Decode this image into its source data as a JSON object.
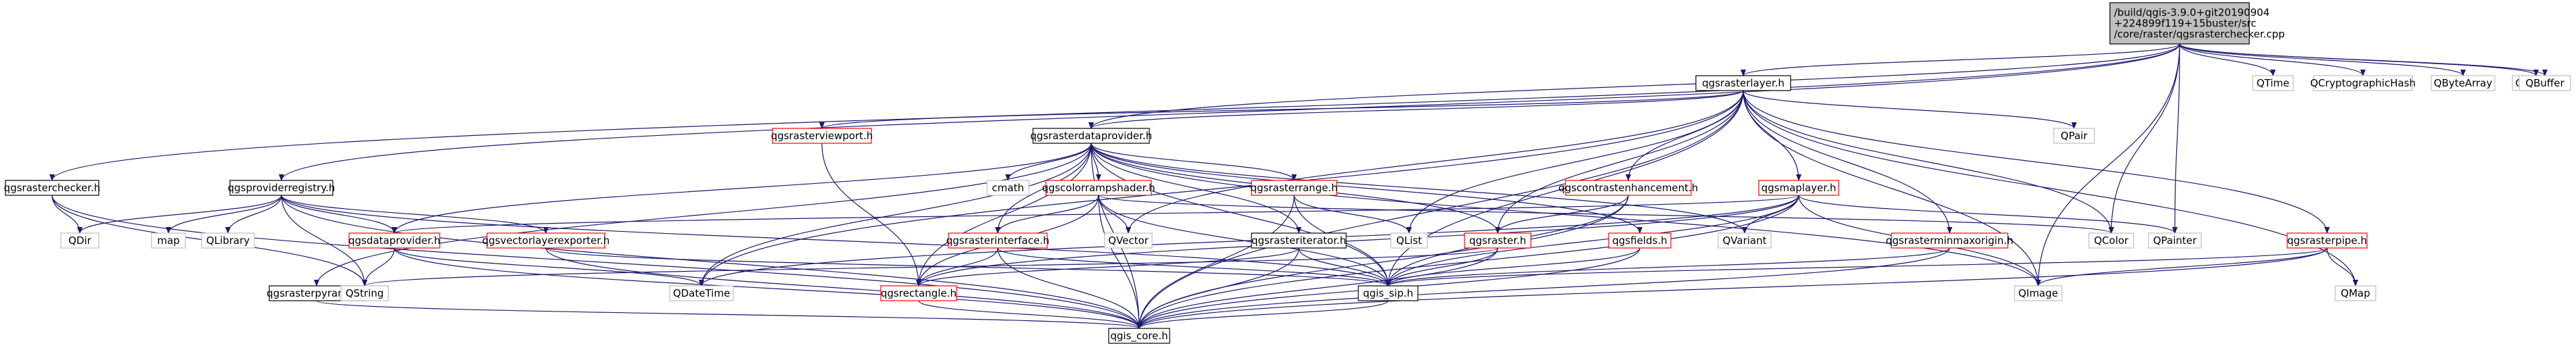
{
  "diagram": {
    "nodes": [
      {
        "id": "root",
        "lines": [
          "/build/qgis-3.9.0+git20190904",
          "+224899f119+15buster/src",
          "/core/raster/qgsrasterchecker.cpp"
        ],
        "style": "root"
      },
      {
        "id": "qgsrasterlayer",
        "lines": [
          "qgsrasterlayer.h"
        ],
        "style": "black"
      },
      {
        "id": "qgsrasterchecker",
        "lines": [
          "qgsrasterchecker.h"
        ],
        "style": "black"
      },
      {
        "id": "qgsproviderregistry",
        "lines": [
          "qgsproviderregistry.h"
        ],
        "style": "black"
      },
      {
        "id": "qgsrasterdataprovider",
        "lines": [
          "qgsrasterdataprovider.h"
        ],
        "style": "black"
      },
      {
        "id": "qgsrasterviewport",
        "lines": [
          "qgsrasterviewport.h"
        ],
        "style": "red"
      },
      {
        "id": "qgsmaplayer",
        "lines": [
          "qgsmaplayer.h"
        ],
        "style": "red"
      },
      {
        "id": "qgscontrastenhancement",
        "lines": [
          "qgscontrastenhancement.h"
        ],
        "style": "red"
      },
      {
        "id": "qgsrasterrange",
        "lines": [
          "qgsrasterrange.h"
        ],
        "style": "red"
      },
      {
        "id": "qgscolorrampshader",
        "lines": [
          "qgscolorrampshader.h"
        ],
        "style": "red"
      },
      {
        "id": "qgsdataprovider",
        "lines": [
          "qgsdataprovider.h"
        ],
        "style": "red"
      },
      {
        "id": "qgsvectorlayerexporter",
        "lines": [
          "qgsvectorlayerexporter.h"
        ],
        "style": "red"
      },
      {
        "id": "qgsrasterinterface",
        "lines": [
          "qgsrasterinterface.h"
        ],
        "style": "red"
      },
      {
        "id": "qgsrasteriterator",
        "lines": [
          "qgsrasteriterator.h"
        ],
        "style": "black"
      },
      {
        "id": "qgsraster",
        "lines": [
          "qgsraster.h"
        ],
        "style": "red"
      },
      {
        "id": "qgsfields",
        "lines": [
          "qgsfields.h"
        ],
        "style": "red"
      },
      {
        "id": "qgsrasterminmaxorigin",
        "lines": [
          "qgsrasterminmaxorigin.h"
        ],
        "style": "red"
      },
      {
        "id": "qgsrasterpipe",
        "lines": [
          "qgsrasterpipe.h"
        ],
        "style": "red"
      },
      {
        "id": "qgsrasterpyramid",
        "lines": [
          "qgsrasterpyramid.h"
        ],
        "style": "black"
      },
      {
        "id": "qgsrectangle",
        "lines": [
          "qgsrectangle.h"
        ],
        "style": "red"
      },
      {
        "id": "qgis_sip",
        "lines": [
          "qgis_sip.h"
        ],
        "style": "black"
      },
      {
        "id": "qgis_core",
        "lines": [
          "qgis_core.h"
        ],
        "style": "black"
      },
      {
        "id": "QTime",
        "lines": [
          "QTime"
        ],
        "style": "grey"
      },
      {
        "id": "QCryptographicHash",
        "lines": [
          "QCryptographicHash"
        ],
        "style": "grey"
      },
      {
        "id": "QByteArray",
        "lines": [
          "QByteArray"
        ],
        "style": "grey"
      },
      {
        "id": "QDebug",
        "lines": [
          "QDebug"
        ],
        "style": "grey"
      },
      {
        "id": "QBuffer",
        "lines": [
          "QBuffer"
        ],
        "style": "grey"
      },
      {
        "id": "QPair",
        "lines": [
          "QPair"
        ],
        "style": "grey"
      },
      {
        "id": "QDir",
        "lines": [
          "QDir"
        ],
        "style": "grey"
      },
      {
        "id": "map",
        "lines": [
          "map"
        ],
        "style": "grey"
      },
      {
        "id": "QLibrary",
        "lines": [
          "QLibrary"
        ],
        "style": "grey"
      },
      {
        "id": "cmath",
        "lines": [
          "cmath"
        ],
        "style": "grey"
      },
      {
        "id": "QVector",
        "lines": [
          "QVector"
        ],
        "style": "grey"
      },
      {
        "id": "QList",
        "lines": [
          "QList"
        ],
        "style": "grey"
      },
      {
        "id": "QVariant",
        "lines": [
          "QVariant"
        ],
        "style": "grey"
      },
      {
        "id": "QColor",
        "lines": [
          "QColor"
        ],
        "style": "grey"
      },
      {
        "id": "QPainter",
        "lines": [
          "QPainter"
        ],
        "style": "grey"
      },
      {
        "id": "QImage",
        "lines": [
          "QImage"
        ],
        "style": "grey"
      },
      {
        "id": "QMap",
        "lines": [
          "QMap"
        ],
        "style": "grey"
      },
      {
        "id": "QString",
        "lines": [
          "QString"
        ],
        "style": "grey"
      },
      {
        "id": "QDateTime",
        "lines": [
          "QDateTime"
        ],
        "style": "grey"
      }
    ],
    "edges": [
      [
        "root",
        "qgsrasterlayer"
      ],
      [
        "root",
        "qgsrasterchecker"
      ],
      [
        "root",
        "qgsproviderregistry"
      ],
      [
        "root",
        "qgsrasterdataprovider"
      ],
      [
        "root",
        "QTime"
      ],
      [
        "root",
        "QCryptographicHash"
      ],
      [
        "root",
        "QByteArray"
      ],
      [
        "root",
        "QDebug"
      ],
      [
        "root",
        "QBuffer"
      ],
      [
        "root",
        "QColor"
      ],
      [
        "root",
        "QPainter"
      ],
      [
        "root",
        "QImage"
      ],
      [
        "qgsrasterlayer",
        "qgsrasterviewport"
      ],
      [
        "qgsrasterlayer",
        "qgsrasterdataprovider"
      ],
      [
        "qgsrasterlayer",
        "QPair"
      ],
      [
        "qgsrasterlayer",
        "qgsmaplayer"
      ],
      [
        "qgsrasterlayer",
        "qgscontrastenhancement"
      ],
      [
        "qgsrasterlayer",
        "qgsrasterminmaxorigin"
      ],
      [
        "qgsrasterlayer",
        "qgsrasterpipe"
      ],
      [
        "qgsrasterlayer",
        "qgsraster"
      ],
      [
        "qgsrasterlayer",
        "QColor"
      ],
      [
        "qgsrasterlayer",
        "QVector"
      ],
      [
        "qgsrasterlayer",
        "QList"
      ],
      [
        "qgsrasterlayer",
        "QDateTime"
      ],
      [
        "qgsrasterlayer",
        "qgis_sip"
      ],
      [
        "qgsrasterlayer",
        "qgis_core"
      ],
      [
        "qgsrasterlayer",
        "QImage"
      ],
      [
        "qgsrasterlayer",
        "QMap"
      ],
      [
        "qgsrasterchecker",
        "QDir"
      ],
      [
        "qgsrasterchecker",
        "QString"
      ],
      [
        "qgsrasterchecker",
        "qgis_core"
      ],
      [
        "qgsproviderregistry",
        "QDir"
      ],
      [
        "qgsproviderregistry",
        "map"
      ],
      [
        "qgsproviderregistry",
        "QLibrary"
      ],
      [
        "qgsproviderregistry",
        "qgsdataprovider"
      ],
      [
        "qgsproviderregistry",
        "qgsvectorlayerexporter"
      ],
      [
        "qgsproviderregistry",
        "QString"
      ],
      [
        "qgsproviderregistry",
        "qgis_core"
      ],
      [
        "qgsproviderregistry",
        "qgis_sip"
      ],
      [
        "qgsrasterdataprovider",
        "cmath"
      ],
      [
        "qgsrasterdataprovider",
        "qgscolorrampshader"
      ],
      [
        "qgsrasterdataprovider",
        "qgsrasterrange"
      ],
      [
        "qgsrasterdataprovider",
        "qgsdataprovider"
      ],
      [
        "qgsrasterdataprovider",
        "qgsrasterinterface"
      ],
      [
        "qgsrasterdataprovider",
        "qgsrasteriterator"
      ],
      [
        "qgsrasterdataprovider",
        "qgsraster"
      ],
      [
        "qgsrasterdataprovider",
        "qgsfields"
      ],
      [
        "qgsrasterdataprovider",
        "qgsrasterpyramid"
      ],
      [
        "qgsrasterdataprovider",
        "qgsrectangle"
      ],
      [
        "qgsrasterdataprovider",
        "qgis_sip"
      ],
      [
        "qgsrasterdataprovider",
        "qgis_core"
      ],
      [
        "qgsrasterdataprovider",
        "QDateTime"
      ],
      [
        "qgsrasterdataprovider",
        "QVariant"
      ],
      [
        "qgsrasterdataprovider",
        "QImage"
      ],
      [
        "qgsrasterviewport",
        "qgsrectangle"
      ],
      [
        "qgscolorrampshader",
        "QColor"
      ],
      [
        "qgscolorrampshader",
        "QVector"
      ],
      [
        "qgscolorrampshader",
        "qgsrasterinterface"
      ],
      [
        "qgscolorrampshader",
        "qgsrectangle"
      ],
      [
        "qgscolorrampshader",
        "qgis_sip"
      ],
      [
        "qgscolorrampshader",
        "qgis_core"
      ],
      [
        "qgsrasterrange",
        "QList"
      ],
      [
        "qgsrasterrange",
        "qgis_sip"
      ],
      [
        "qgsrasterrange",
        "qgis_core"
      ],
      [
        "qgsmaplayer",
        "qgsdataprovider"
      ],
      [
        "qgsmaplayer",
        "QVariant"
      ],
      [
        "qgsmaplayer",
        "QImage"
      ],
      [
        "qgsmaplayer",
        "QPainter"
      ],
      [
        "qgsmaplayer",
        "qgsrectangle"
      ],
      [
        "qgsmaplayer",
        "qgis_sip"
      ],
      [
        "qgsmaplayer",
        "qgis_core"
      ],
      [
        "qgsmaplayer",
        "QDateTime"
      ],
      [
        "qgscontrastenhancement",
        "qgsraster"
      ],
      [
        "qgscontrastenhancement",
        "qgis_sip"
      ],
      [
        "qgscontrastenhancement",
        "qgis_core"
      ],
      [
        "qgsdataprovider",
        "QDateTime"
      ],
      [
        "qgsdataprovider",
        "QString"
      ],
      [
        "qgsdataprovider",
        "qgis_core"
      ],
      [
        "qgsvectorlayerexporter",
        "qgis_sip"
      ],
      [
        "qgsvectorlayerexporter",
        "qgis_core"
      ],
      [
        "qgsrasterinterface",
        "qgsrectangle"
      ],
      [
        "qgsrasterinterface",
        "qgis_sip"
      ],
      [
        "qgsrasterinterface",
        "qgis_core"
      ],
      [
        "qgsrasteriterator",
        "qgsrectangle"
      ],
      [
        "qgsrasteriterator",
        "qgis_sip"
      ],
      [
        "qgsrasteriterator",
        "qgis_core"
      ],
      [
        "qgsraster",
        "qgis_sip"
      ],
      [
        "qgsraster",
        "qgis_core"
      ],
      [
        "qgsraster",
        "QString"
      ],
      [
        "qgsfields",
        "qgis_sip"
      ],
      [
        "qgsfields",
        "qgis_core"
      ],
      [
        "qgsrasterminmaxorigin",
        "qgis_sip"
      ],
      [
        "qgsrasterminmaxorigin",
        "qgis_core"
      ],
      [
        "qgsrasterpipe",
        "QImage"
      ],
      [
        "qgsrasterpipe",
        "QMap"
      ],
      [
        "qgsrasterpipe",
        "qgis_sip"
      ],
      [
        "qgsrasterpipe",
        "qgis_core"
      ],
      [
        "qgsrasterpyramid",
        "qgis_core"
      ],
      [
        "qgsrectangle",
        "qgis_core"
      ],
      [
        "qgis_sip",
        "qgis_core"
      ]
    ]
  },
  "colors": {
    "edge": "#191970",
    "black_border": "#000000",
    "red_border": "#ff0000",
    "grey_border": "#bfbfbf",
    "root_fill": "#bfbfbf",
    "text": "#000000"
  }
}
